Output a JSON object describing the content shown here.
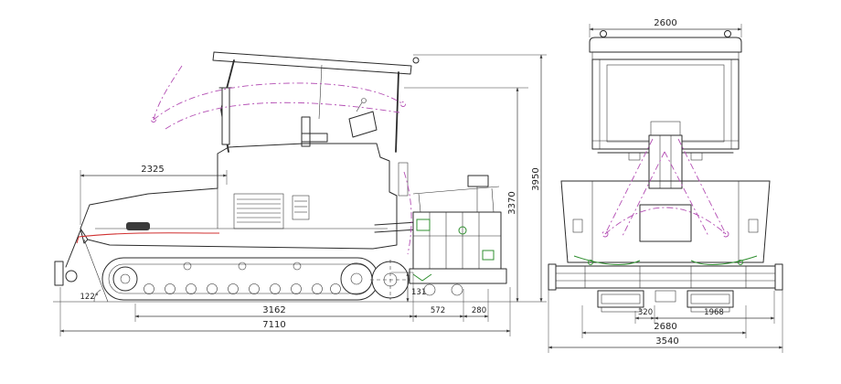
{
  "side_view": {
    "dim_2325": "2325",
    "dim_3950": "3950",
    "dim_3370": "3370",
    "angle_front": "122°",
    "dim_3162": "3162",
    "dim_572": "572",
    "dim_280": "280",
    "dim_7110": "7110",
    "dim_131": "131"
  },
  "rear_view": {
    "dim_2600": "2600",
    "dim_320": "320",
    "dim_1968": "1968",
    "dim_2680": "2680",
    "dim_3540": "3540"
  },
  "colors": {
    "line": "#2b2b2b",
    "dimension": "#3a3a3a",
    "accent_magenta": "#b44fb4",
    "accent_green": "#2f8f2f",
    "accent_red": "#d03030",
    "background": "#ffffff"
  }
}
